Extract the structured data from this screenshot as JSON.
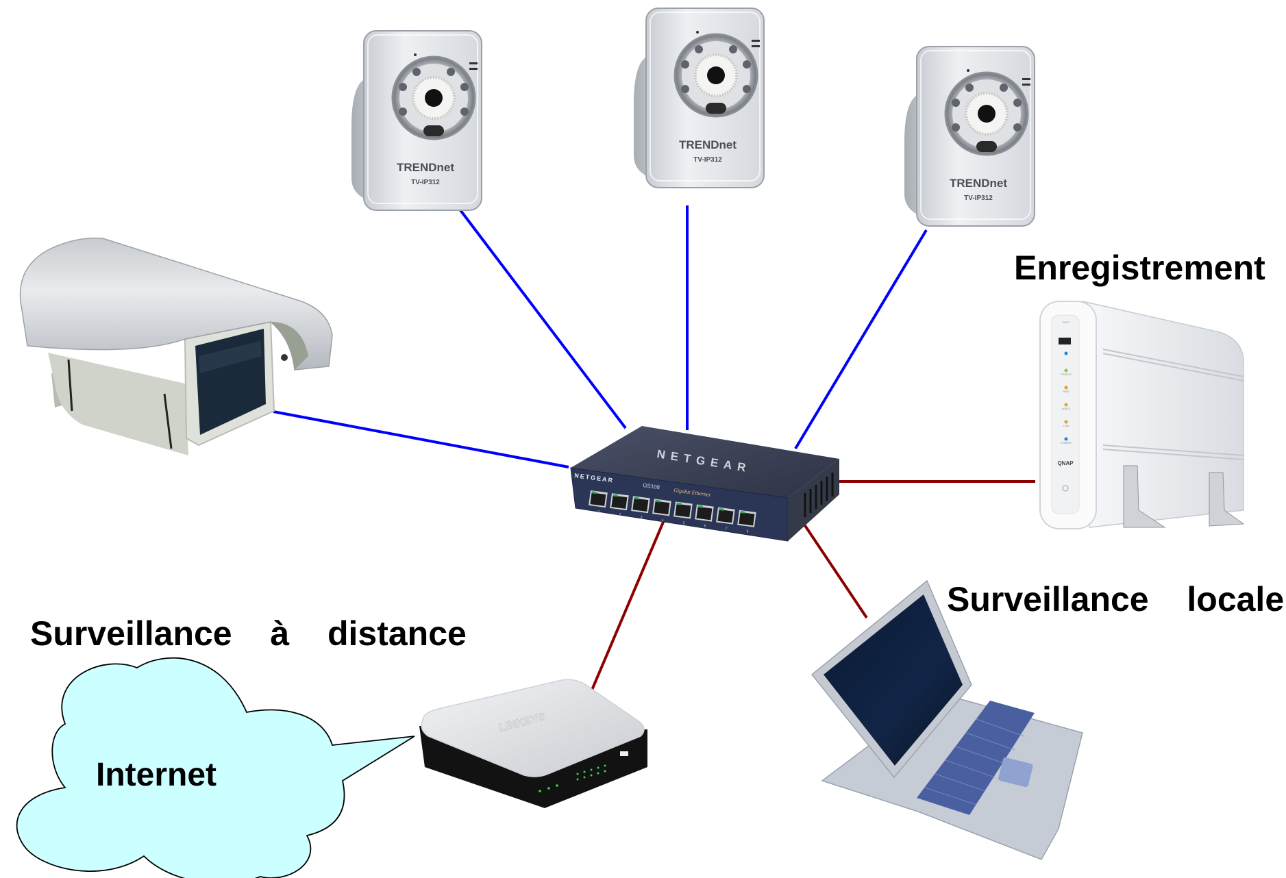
{
  "diagram": {
    "type": "network-topology",
    "colors": {
      "camera_link": "#0000FF",
      "infrastructure_link": "#8B0000",
      "cloud_fill": "#CCFFFF",
      "cloud_stroke": "#000000",
      "switch_body": "#3A4158",
      "switch_front": "#2B3556"
    },
    "labels": {
      "recording": "Enregistrement",
      "local_monitoring": "Surveillance  locale",
      "remote_monitoring": "Surveillance  à  distance",
      "internet": "Internet"
    },
    "nodes": {
      "switch": {
        "brand": "NETGEAR",
        "model": "GS108",
        "subtitle": "Gigabit Ethernet",
        "ports": [
          "1",
          "2",
          "3",
          "4",
          "5",
          "6",
          "7",
          "8"
        ]
      },
      "ip_camera_1": {
        "brand": "TRENDnet",
        "model": "TV-IP312"
      },
      "ip_camera_2": {
        "brand": "TRENDnet",
        "model": "TV-IP312"
      },
      "ip_camera_3": {
        "brand": "TRENDnet",
        "model": "TV-IP312"
      },
      "outdoor_camera": {
        "kind": "housed camera"
      },
      "nas": {
        "brand": "QNAP",
        "leds": [
          "COPY",
          "STATUS",
          "HDD",
          "eSATA",
          "LAN",
          "POWER"
        ]
      },
      "router": {
        "brand": "LINKSYS"
      },
      "laptop": {
        "kind": "laptop"
      },
      "cloud": {
        "kind": "internet-cloud"
      }
    },
    "links": [
      {
        "from": "ip_camera_1",
        "to": "switch",
        "kind": "camera_link"
      },
      {
        "from": "ip_camera_2",
        "to": "switch",
        "kind": "camera_link"
      },
      {
        "from": "ip_camera_3",
        "to": "switch",
        "kind": "camera_link"
      },
      {
        "from": "outdoor_camera",
        "to": "switch",
        "kind": "camera_link"
      },
      {
        "from": "switch",
        "to": "nas",
        "kind": "infrastructure_link"
      },
      {
        "from": "switch",
        "to": "router",
        "kind": "infrastructure_link"
      },
      {
        "from": "switch",
        "to": "laptop",
        "kind": "infrastructure_link"
      }
    ]
  }
}
